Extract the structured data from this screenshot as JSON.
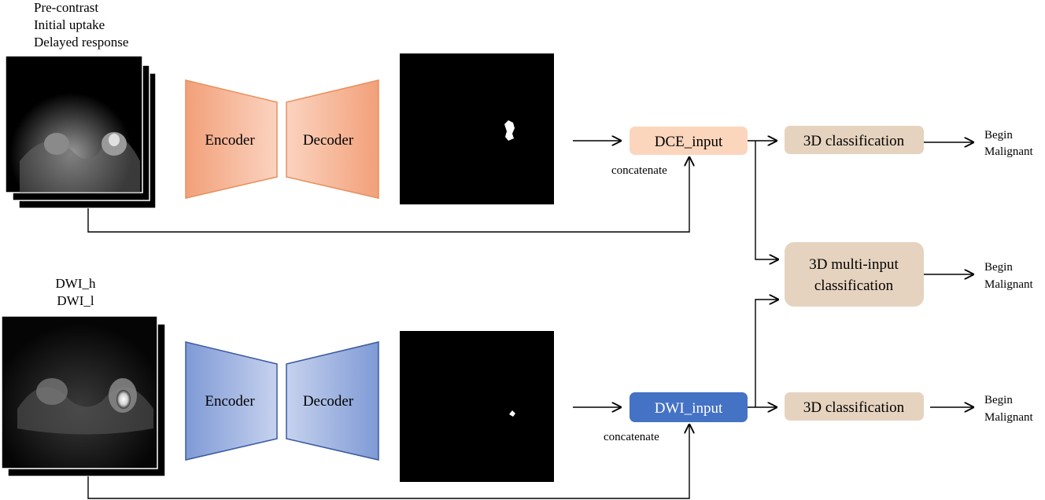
{
  "dce_branch": {
    "sequence_labels": [
      "Pre-contrast",
      "Initial uptake",
      "Delayed response"
    ],
    "encoder_label": "Encoder",
    "decoder_label": "Decoder",
    "input_label": "DCE_input",
    "concat_label": "concatenate",
    "classifier_label": "3D classification",
    "output_labels": [
      "Begin",
      "Malignant"
    ]
  },
  "dwi_branch": {
    "sequence_labels": [
      "DWI_h",
      "DWI_l"
    ],
    "encoder_label": "Encoder",
    "decoder_label": "Decoder",
    "input_label": "DWI_input",
    "concat_label": "concatenate",
    "classifier_label": "3D classification",
    "output_labels": [
      "Begin",
      "Malignant"
    ]
  },
  "multi": {
    "classifier_lines": [
      "3D multi-input",
      "classification"
    ],
    "output_labels": [
      "Begin",
      "Malignant"
    ]
  },
  "colors": {
    "dce_encoder_dark": "#f2a079",
    "dce_encoder_light": "#fbd3c0",
    "dce_input_fill": "#fbd6bd",
    "dwi_encoder_dark": "#7f9ad6",
    "dwi_encoder_light": "#c6d2ee",
    "dwi_input_fill": "#4472c4",
    "classifier_fill": "#e6d3bf"
  }
}
